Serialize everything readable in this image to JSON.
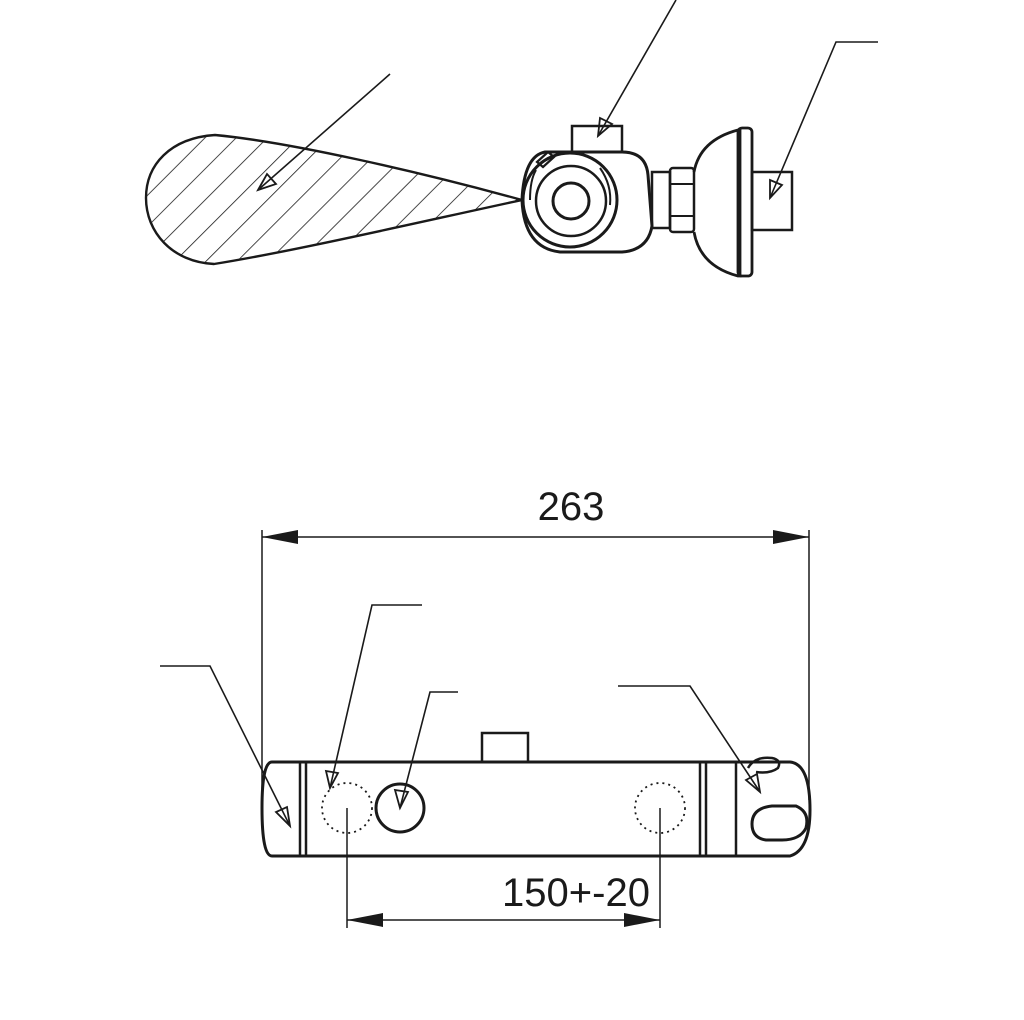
{
  "drawing": {
    "dimensions": {
      "overall_width": "263",
      "inlet_spacing": "150+-20"
    },
    "colors": {
      "line": "#1a1a1a",
      "background": "#ffffff"
    },
    "views": [
      "top-view",
      "front-view"
    ]
  }
}
